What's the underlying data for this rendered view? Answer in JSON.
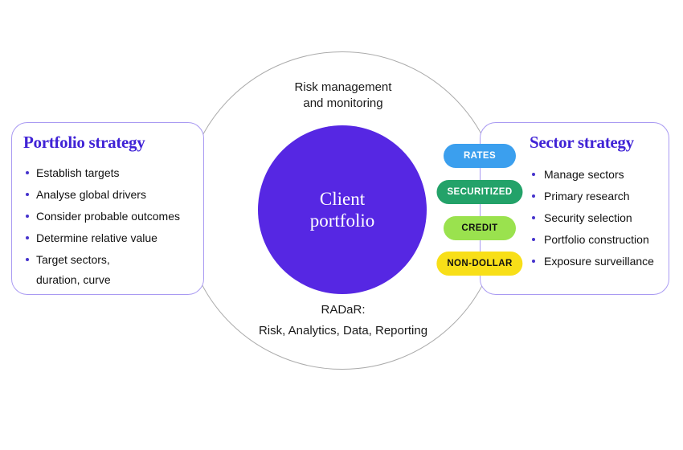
{
  "colors": {
    "accent-purple": "#5627e3",
    "title-purple": "#4023d6",
    "box-border": "#a99af2",
    "circle-border": "#ababab",
    "bullet": "#4633cc"
  },
  "diagram": {
    "top_label": [
      "Risk management",
      "and monitoring"
    ],
    "core_label": [
      "Client",
      "portfolio"
    ],
    "bottom_label_title": "RADaR:",
    "bottom_label_sub": "Risk, Analytics, Data, Reporting"
  },
  "left_panel": {
    "title": "Portfolio strategy",
    "items": [
      "Establish targets",
      "Analyse global drivers",
      "Consider probable outcomes",
      "Determine relative value",
      "Target sectors,"
    ],
    "item_continuation": "duration, curve"
  },
  "right_panel": {
    "title": "Sector strategy",
    "items": [
      "Manage sectors",
      "Primary research",
      "Security selection",
      "Portfolio construction",
      "Exposure surveillance"
    ]
  },
  "pills": [
    {
      "label": "RATES",
      "bg": "#3b9fee",
      "text_color": "#ffffff"
    },
    {
      "label": "SECURITIZED",
      "bg": "#23a269",
      "text_color": "#ffffff"
    },
    {
      "label": "CREDIT",
      "bg": "#9ae24e",
      "text_color": "#111111"
    },
    {
      "label": "NON-DOLLAR",
      "bg": "#f8df18",
      "text_color": "#111111"
    }
  ]
}
